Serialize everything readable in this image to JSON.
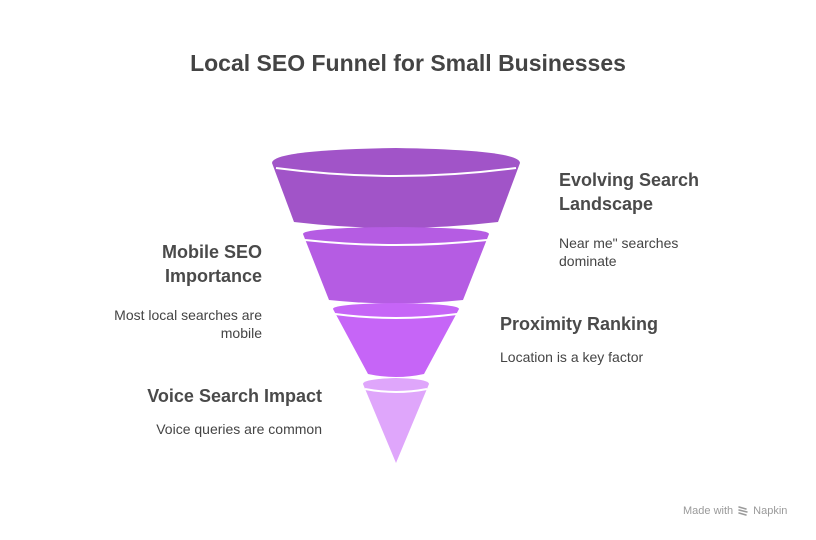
{
  "title": "Local SEO Funnel for Small Businesses",
  "colors": {
    "stage1": "#a154c8",
    "stage2": "#b55ce3",
    "stage3": "#c665f7",
    "stage4": "#dfa6fb",
    "text": "#444444",
    "footer": "#9a9a9a"
  },
  "stages": [
    {
      "heading_line1": "Evolving Search",
      "heading_line2": "Landscape",
      "desc_line1": "Near me\" searches",
      "desc_line2": "dominate",
      "side": "right"
    },
    {
      "heading_line1": "Mobile SEO",
      "heading_line2": "Importance",
      "desc_line1": "Most local searches are",
      "desc_line2": "mobile",
      "side": "left"
    },
    {
      "heading_line1": "Proximity Ranking",
      "heading_line2": "",
      "desc_line1": "Location is a key factor",
      "desc_line2": "",
      "side": "right"
    },
    {
      "heading_line1": "Voice Search Impact",
      "heading_line2": "",
      "desc_line1": "Voice queries are common",
      "desc_line2": "",
      "side": "left"
    }
  ],
  "footer": {
    "made_with": "Made with",
    "brand": "Napkin"
  }
}
